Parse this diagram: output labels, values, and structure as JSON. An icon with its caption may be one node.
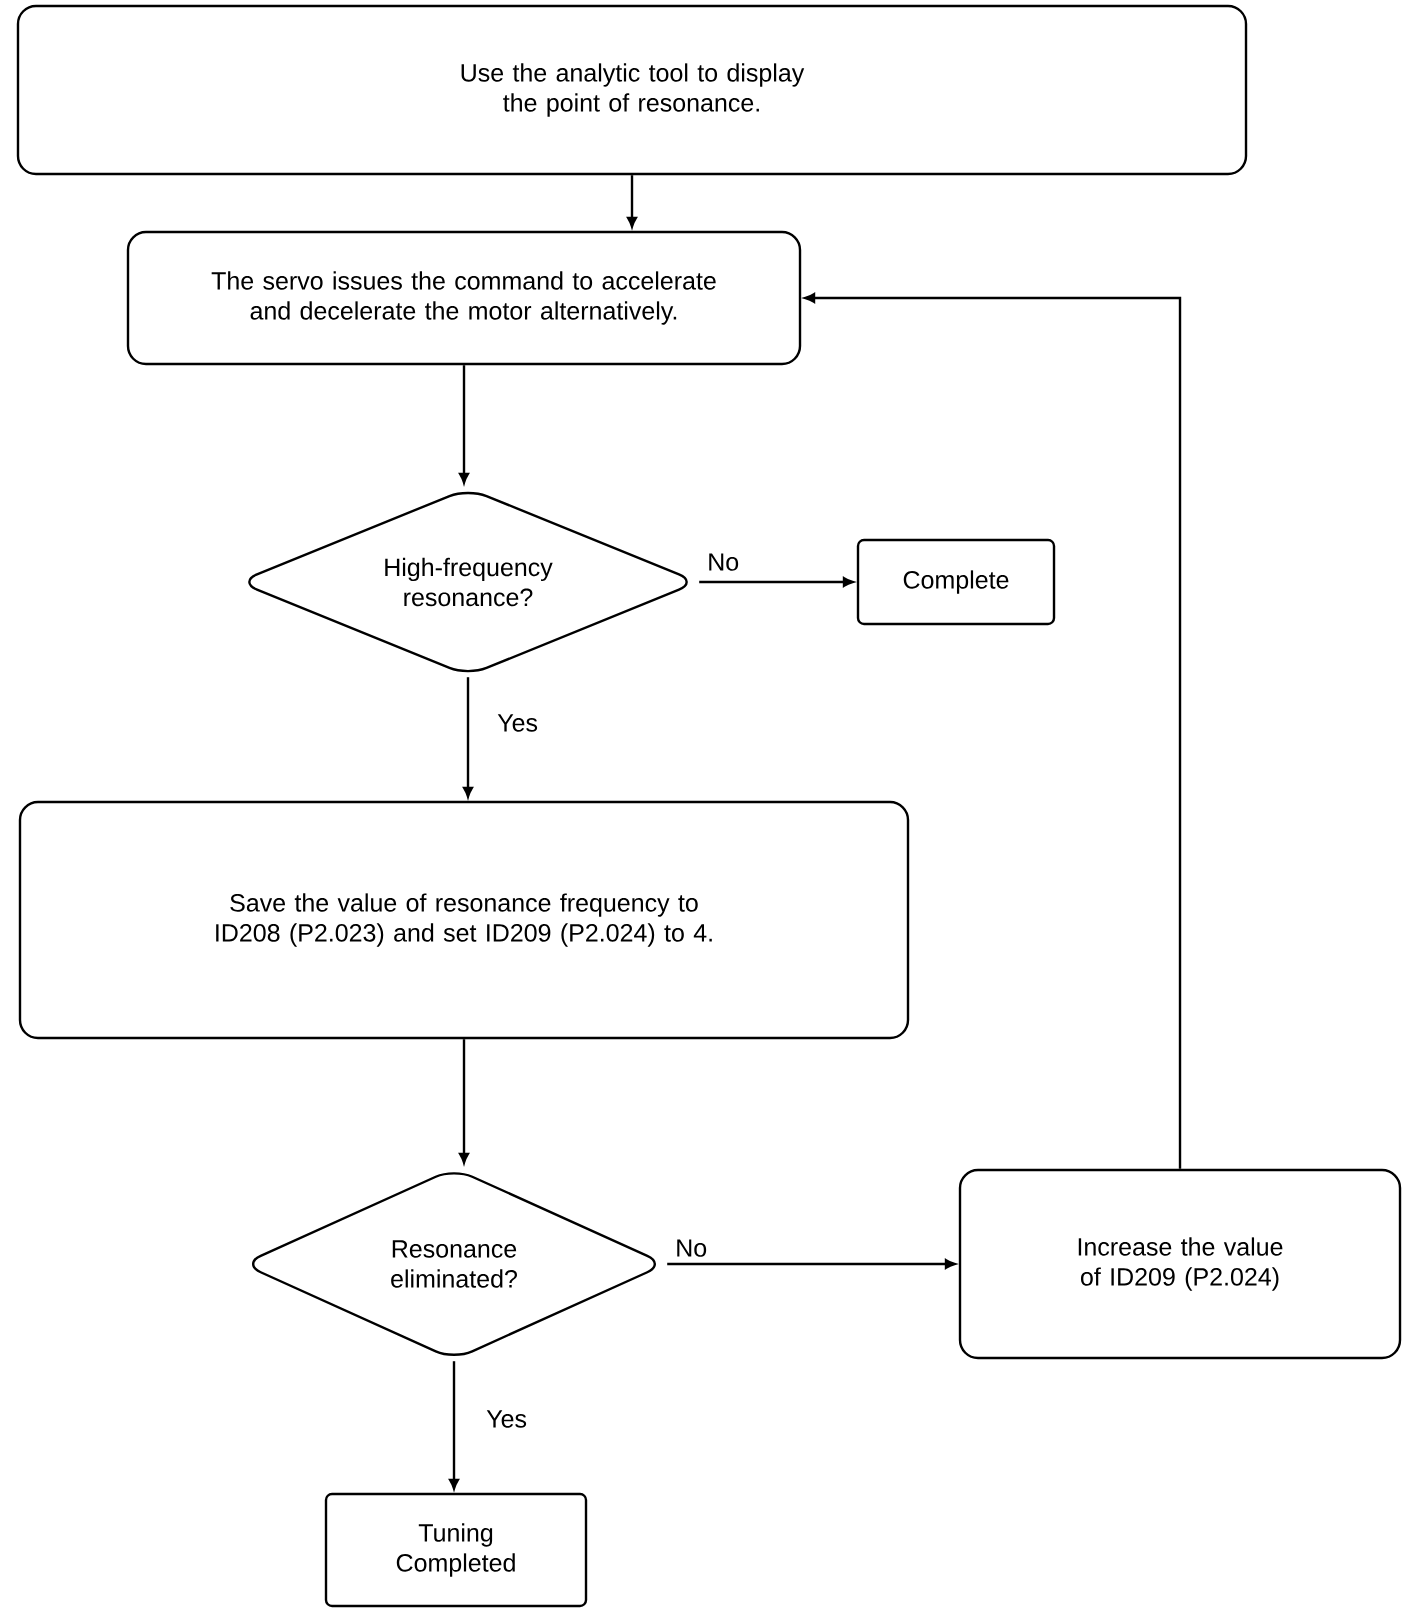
{
  "diagram": {
    "nodes": [
      {
        "text": [
          "Use the analytic tool to display the point of resonance."
        ]
      },
      {
        "text": [
          "The servo issues the command to accelerate and decelerate the motor alternatively."
        ]
      },
      {
        "text": [
          "High-frequency resonance?"
        ]
      },
      {
        "text": [
          "Complete"
        ]
      },
      {
        "text": [
          "Save the value of resonance frequency to ID208 (P2.023) and set ID209 (P2.024) to 4."
        ]
      },
      {
        "text": [
          "Resonance eliminated?"
        ]
      },
      {
        "text": [
          "Increase the value of ID209 (P2.024)"
        ]
      },
      {
        "text": [
          "Tuning Completed"
        ]
      }
    ],
    "edges": [
      {
        "from": 0,
        "to": 1,
        "arrow": "to"
      },
      {
        "from": 1,
        "to": 2,
        "arrow": "to"
      },
      {
        "from": 2,
        "to": 3,
        "arrow": "to",
        "label": "No"
      },
      {
        "from": 2,
        "to": 4,
        "arrow": "to",
        "label": "Yes"
      },
      {
        "from": 4,
        "to": 5,
        "arrow": "to"
      },
      {
        "from": 5,
        "to": 6,
        "arrow": "to",
        "label": "No"
      },
      {
        "from": 5,
        "to": 7,
        "arrow": "to",
        "label": "Yes"
      },
      {
        "from": 6,
        "to": 1,
        "arrow": "to"
      }
    ]
  }
}
